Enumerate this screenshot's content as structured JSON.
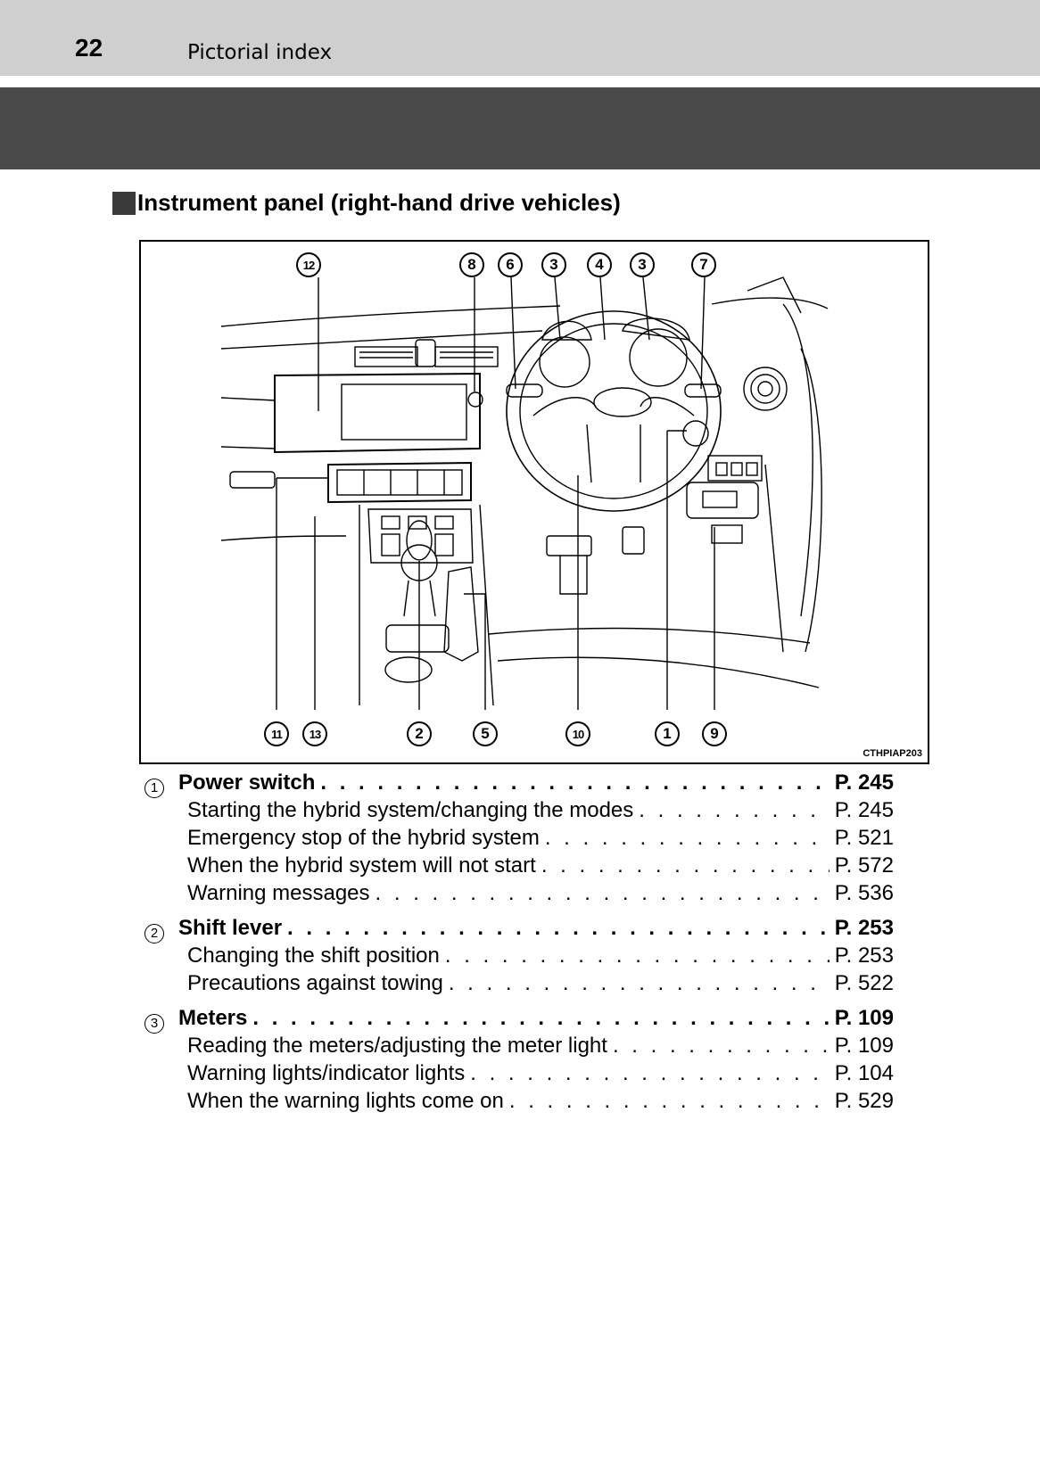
{
  "header": {
    "page_number": "22",
    "title": "Pictorial index"
  },
  "section": {
    "title": "Instrument panel (right-hand drive vehicles)"
  },
  "figure": {
    "code": "CTHPIAP203",
    "top_callouts": [
      "12",
      "8",
      "6",
      "3",
      "4",
      "3",
      "7"
    ],
    "bottom_callouts": [
      "11",
      "13",
      "2",
      "5",
      "10",
      "1",
      "9"
    ]
  },
  "index": [
    {
      "number": "1",
      "label": "Power switch",
      "page": "P. 245",
      "subitems": [
        {
          "label": "Starting the hybrid system/changing the modes",
          "page": "P. 245"
        },
        {
          "label": "Emergency stop of the hybrid system",
          "page": "P. 521"
        },
        {
          "label": "When the hybrid system will not start",
          "page": "P. 572"
        },
        {
          "label": "Warning messages",
          "page": "P. 536"
        }
      ]
    },
    {
      "number": "2",
      "label": "Shift lever",
      "page": "P. 253",
      "subitems": [
        {
          "label": "Changing the shift position",
          "page": "P. 253"
        },
        {
          "label": "Precautions against towing",
          "page": "P. 522"
        }
      ]
    },
    {
      "number": "3",
      "label": "Meters",
      "page": "P. 109",
      "subitems": [
        {
          "label": "Reading the meters/adjusting the meter light",
          "page": "P. 109"
        },
        {
          "label": "Warning lights/indicator lights",
          "page": "P. 104"
        },
        {
          "label": "When the warning lights come on",
          "page": "P. 529"
        }
      ]
    }
  ]
}
